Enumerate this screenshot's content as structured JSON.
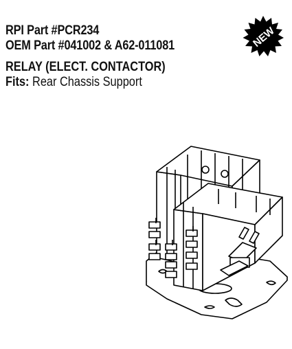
{
  "part": {
    "rpi_label": "RPI Part #PCR234",
    "oem_label": "OEM Part #041002 & A62-011081",
    "title": "RELAY (ELECT. CONTACTOR)",
    "fits_label": "Fits:",
    "fits_value": " Rear Chassis Support"
  },
  "badge": {
    "text": "NEW",
    "color": "#000000"
  },
  "illustration": {
    "icon": "relay-contactor-drawing"
  }
}
